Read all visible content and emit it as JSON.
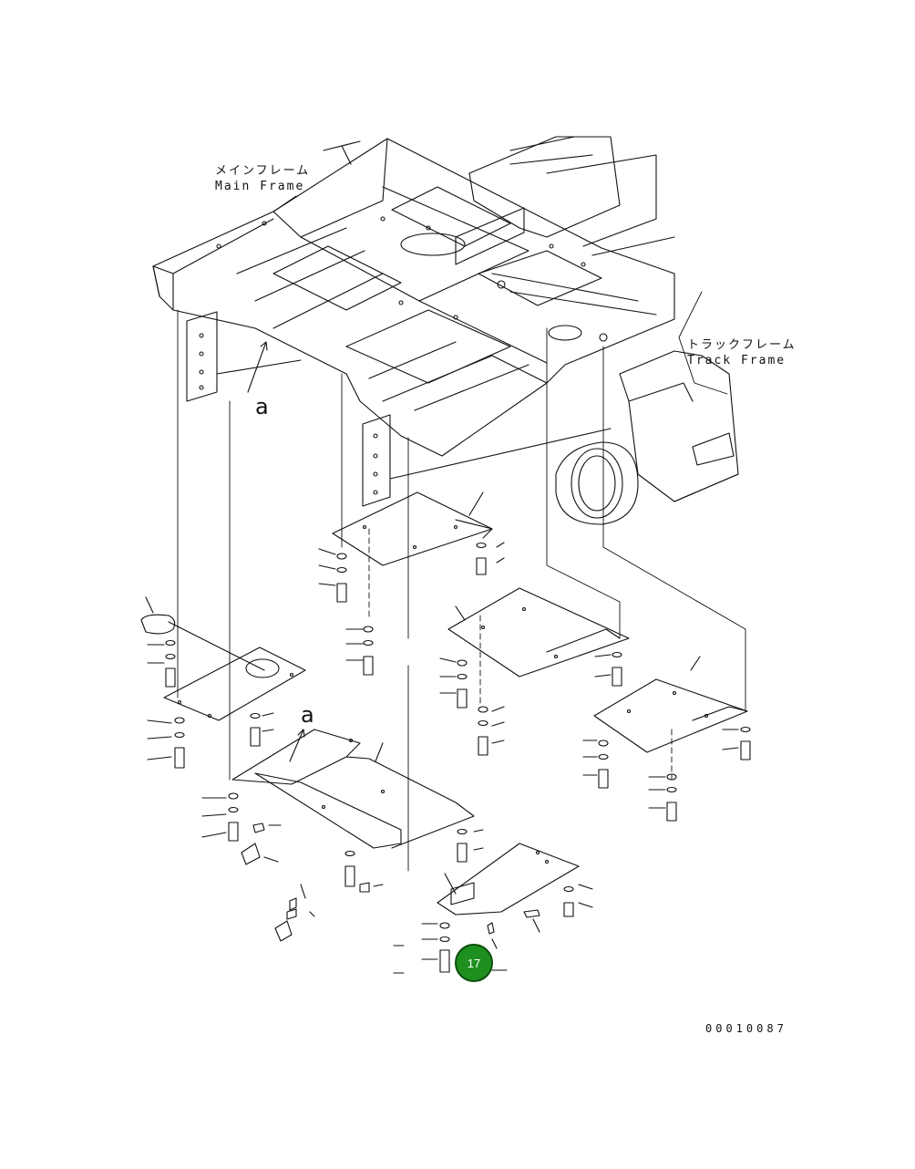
{
  "labels": {
    "main_frame_jp": "メインフレーム",
    "main_frame_en": "Main Frame",
    "track_frame_jp": "トラックフレーム",
    "track_frame_en": "Track Frame",
    "view_mark_top": "a",
    "view_mark_bottom": "a"
  },
  "callout": {
    "number": "17",
    "color": "#1f8f1f"
  },
  "drawing_number": "00010087"
}
